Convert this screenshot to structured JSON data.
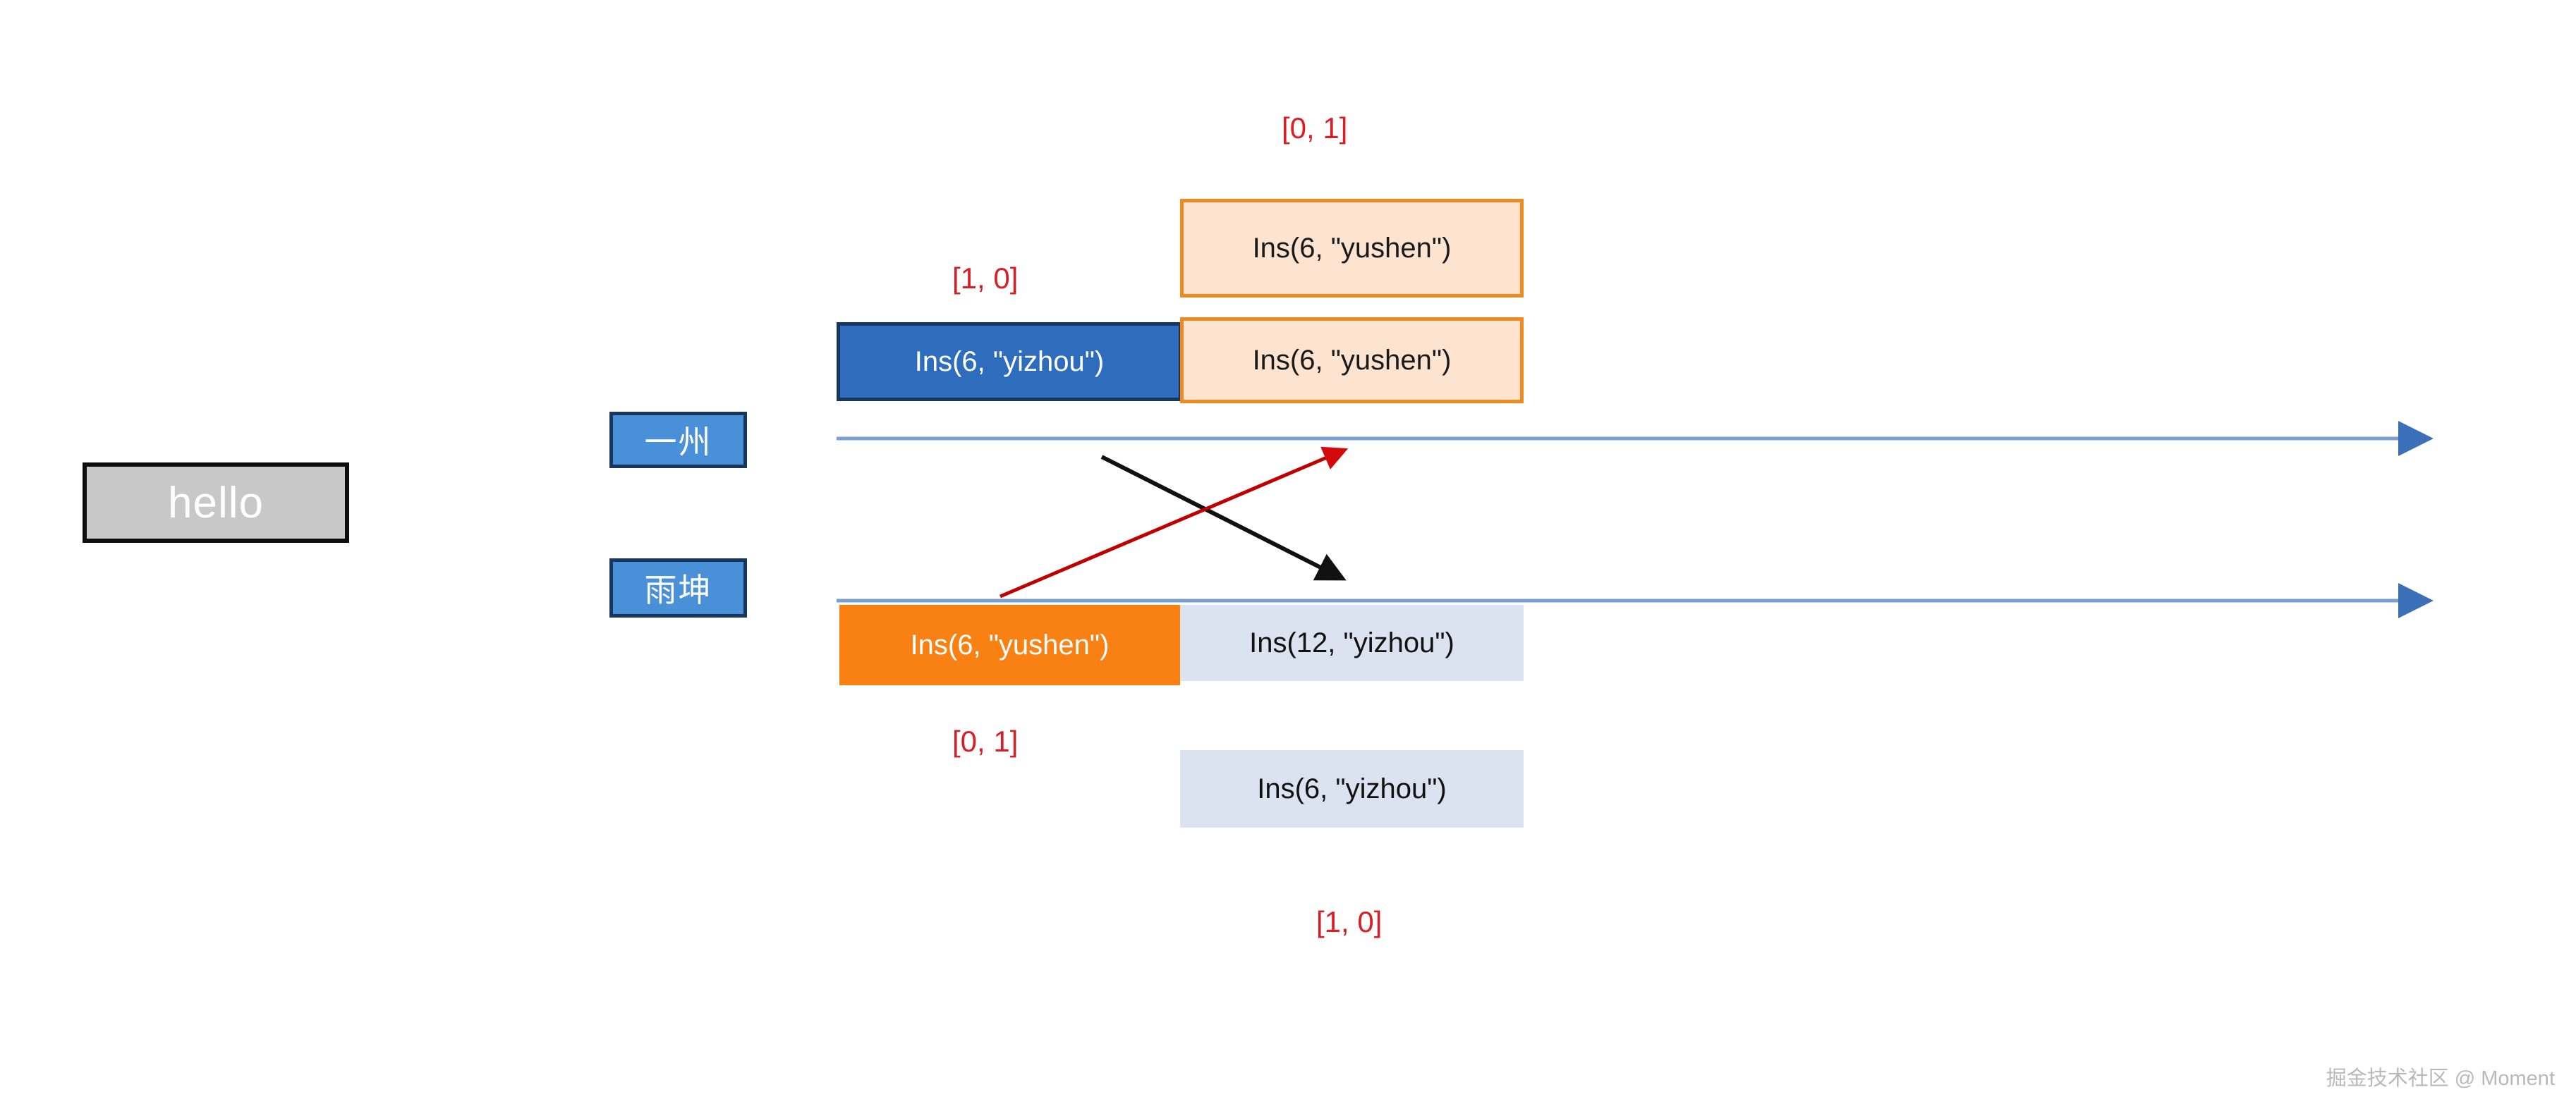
{
  "diagram": {
    "title_box": {
      "label": "hello"
    },
    "actors": [
      {
        "id": "actor-yizhou",
        "label": "一州"
      },
      {
        "id": "actor-yukun",
        "label": "雨坤"
      }
    ],
    "operations": [
      {
        "id": "op-top-yushen-remote",
        "label": "Ins(6, \"yushen\")",
        "style": "peach"
      },
      {
        "id": "op-yizhou-local",
        "label": "Ins(6, \"yizhou\")",
        "style": "blue-solid"
      },
      {
        "id": "op-yushen-transformed",
        "label": "Ins(6, \"yushen\")",
        "style": "peach"
      },
      {
        "id": "op-yushen-local",
        "label": "Ins(6, \"yushen\")",
        "style": "orange-solid"
      },
      {
        "id": "op-yizhou-transformed",
        "label": "Ins(12, \"yizhou\")",
        "style": "lightblue"
      },
      {
        "id": "op-bottom-yizhou-remote",
        "label": "Ins(6, \"yizhou\")",
        "style": "lightblue"
      }
    ],
    "vector_labels": [
      {
        "id": "vec-top-right",
        "label": "[0, 1]"
      },
      {
        "id": "vec-top-left",
        "label": "[1, 0]"
      },
      {
        "id": "vec-bottom-left",
        "label": "[0, 1]"
      },
      {
        "id": "vec-bottom-right",
        "label": "[1, 0]"
      }
    ],
    "timelines": [
      {
        "id": "timeline-yizhou",
        "actor": "一州"
      },
      {
        "id": "timeline-yukun",
        "actor": "雨坤"
      }
    ],
    "messages": [
      {
        "id": "message-yizhou-to-yukun",
        "color": "#111111",
        "direction": "down-right"
      },
      {
        "id": "message-yukun-to-yizhou",
        "color": "#c00000",
        "direction": "up-right"
      }
    ],
    "colors": {
      "peach_fill": "#fce4d0",
      "orange_border": "#ef8a23",
      "blue_fill": "#2e6dbd",
      "navy_border": "#17375e",
      "orange_fill": "#f98012",
      "lightblue_fill": "#dbe3f0",
      "red_text": "#d81f26",
      "timeline_blue": "#4472c4",
      "gray_fill": "#c8c8c8"
    }
  },
  "watermark": {
    "text": "掘金技术社区 @ Moment"
  }
}
